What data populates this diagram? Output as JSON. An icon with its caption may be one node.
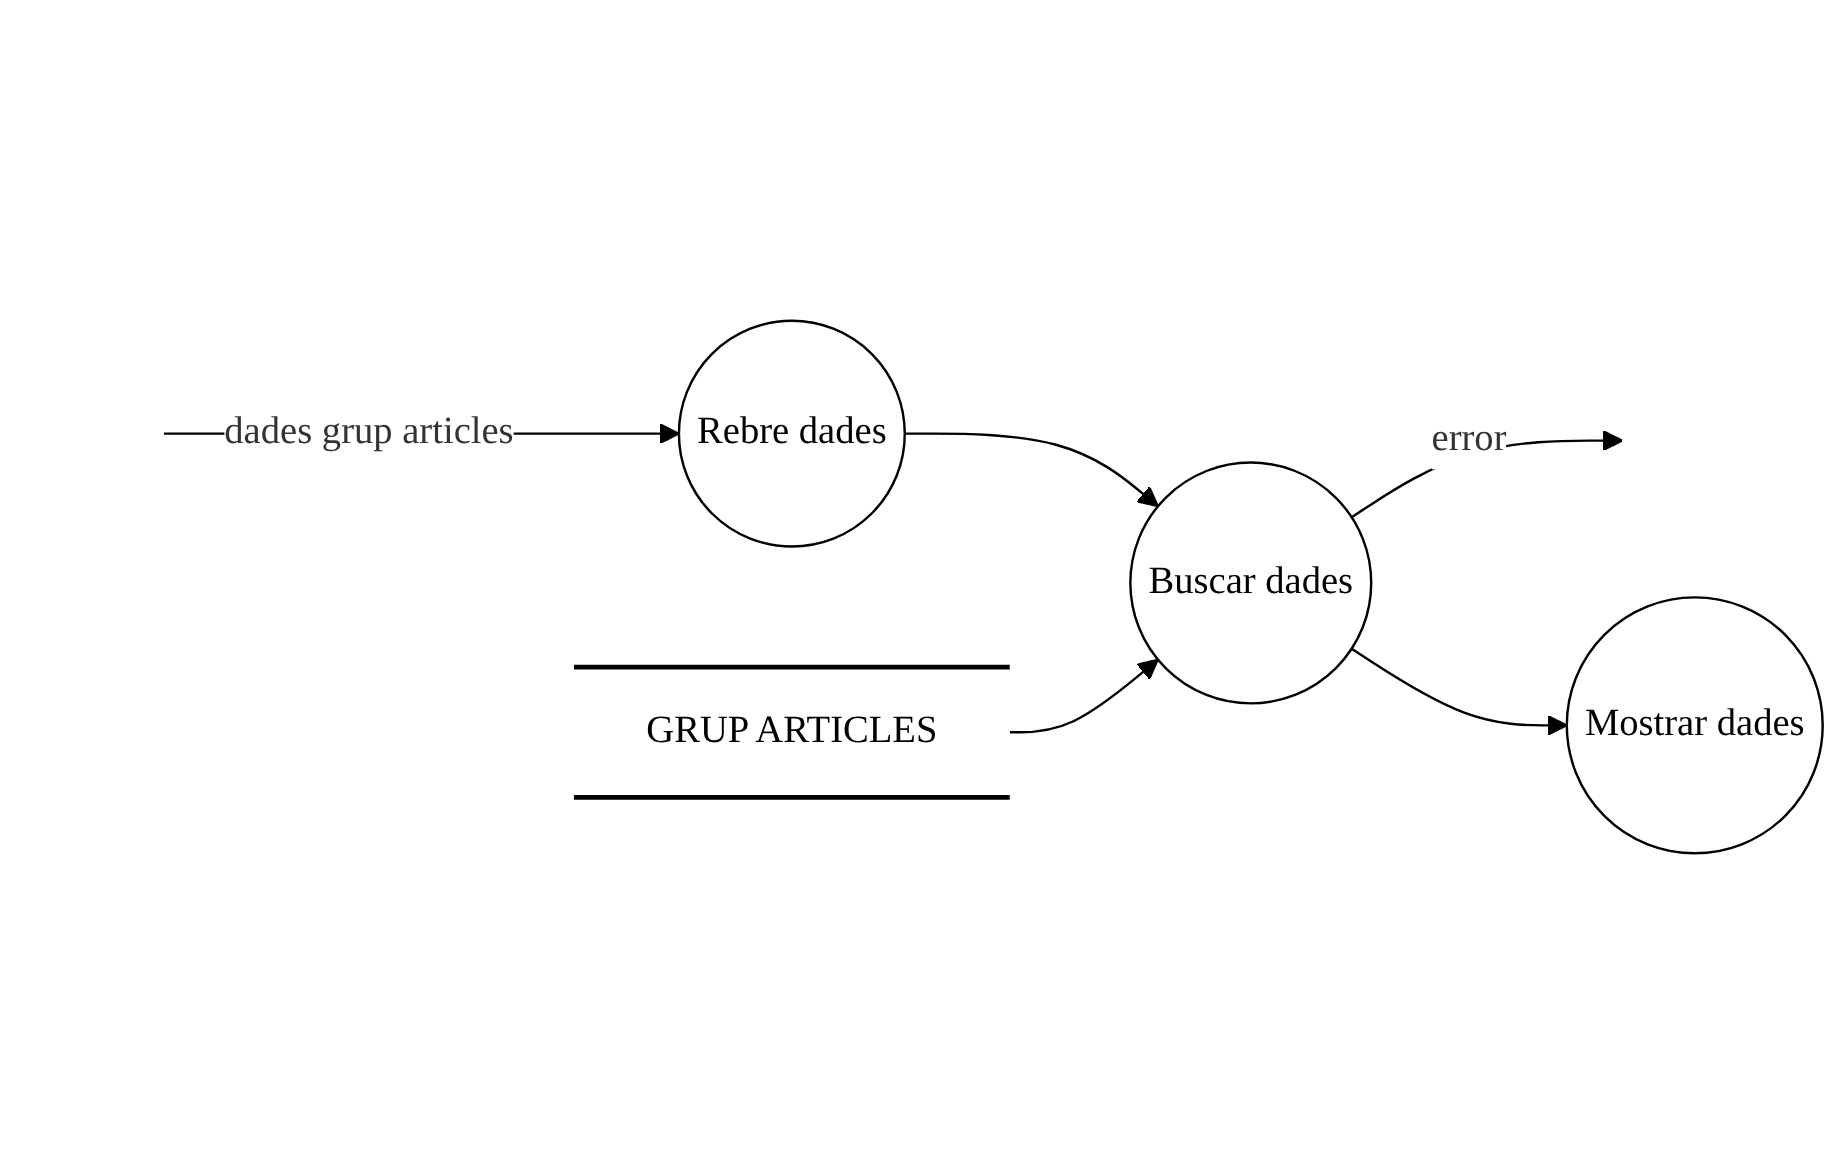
{
  "diagram": {
    "nodes": [
      {
        "text": [
          "Rebre dades"
        ]
      },
      {
        "text": [
          "GRUP ARTICLES"
        ]
      },
      {
        "text": [
          "Buscar dades"
        ]
      },
      {
        "text": [
          "Mostrar dades"
        ]
      }
    ],
    "edges": [
      {
        "from": null,
        "to": 0,
        "arrow": "to",
        "label": "dades grup articles"
      },
      {
        "from": 0,
        "to": 2,
        "arrow": "to"
      },
      {
        "from": 1,
        "to": 2,
        "arrow": "to"
      },
      {
        "from": 2,
        "to": null,
        "arrow": "to",
        "label": "error"
      },
      {
        "from": 2,
        "to": 3,
        "arrow": "to"
      }
    ]
  }
}
